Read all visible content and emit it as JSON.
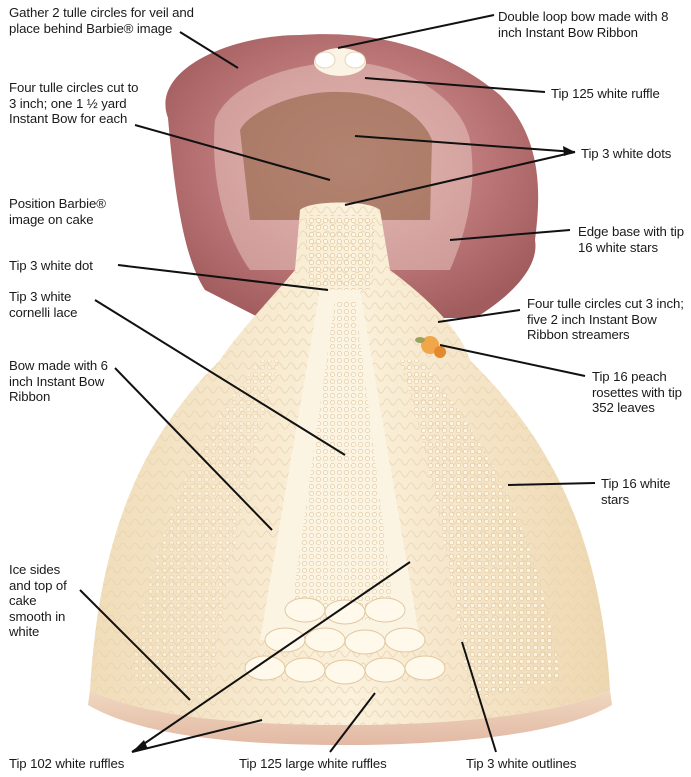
{
  "annotations": {
    "veil": "Gather 2 tulle circles for veil and place behind Barbie® image",
    "four_tulle_top": "Four tulle circles cut to 3 inch; one 1 ½ yard Instant Bow for each",
    "position_barbie": "Position Barbie® image on cake",
    "tip3_white_dot": "Tip 3 white dot",
    "tip3_cornelli": "Tip 3 white cornelli lace",
    "bow_6inch": "Bow made with 6 inch Instant Bow Ribbon",
    "ice_sides": "Ice sides and top of cake smooth in white",
    "double_loop": "Double loop bow made with 8 inch Instant Bow Ribbon",
    "tip125_ruffle": "Tip 125 white ruffle",
    "tip3_dots": "Tip 3 white dots",
    "edge_base": "Edge base with tip 16 white stars",
    "four_tulle_side": "Four tulle circles cut 3 inch; five 2 inch Instant Bow Ribbon streamers",
    "tip16_peach": "Tip 16 peach rosettes with tip 352 leaves",
    "tip16_stars": "Tip 16 white stars",
    "tip102": "Tip 102 white ruffles",
    "tip125_large": "Tip 125 large white ruffles",
    "tip3_outlines": "Tip 3 white outlines"
  },
  "colors": {
    "veil": "#b96b6b",
    "dress": "#f4e6c8",
    "shadow": "#e8c9a6",
    "line": "#111111"
  }
}
